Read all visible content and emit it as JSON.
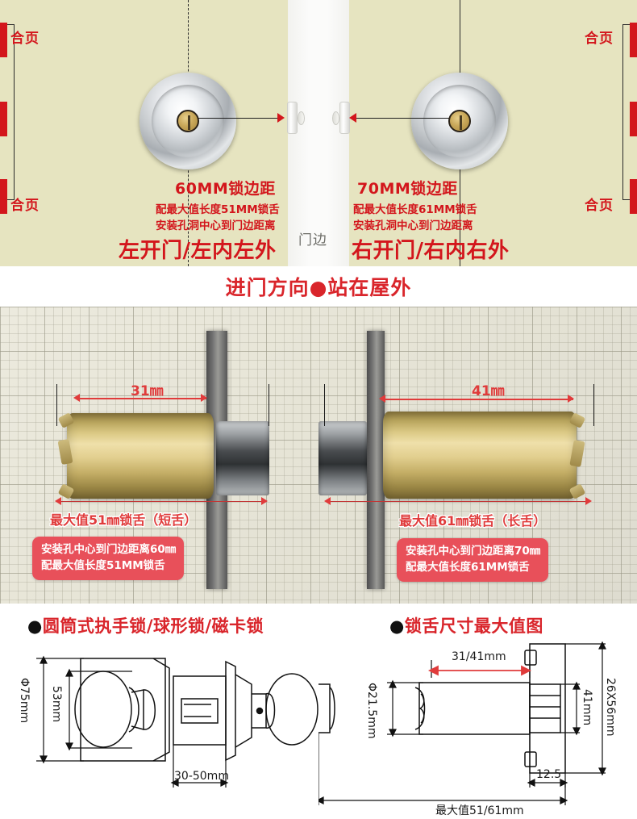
{
  "door_section": {
    "hinge_label": "合页",
    "door_edge_label": "门边",
    "left": {
      "distance_title": "60MM锁边距",
      "note_line1": "配最大值长度51MM锁舌",
      "note_line2": "安装孔洞中心到门边距离",
      "direction": "左开门/左内左外"
    },
    "right": {
      "distance_title": "70MM锁边距",
      "note_line1": "配最大值长度61MM锁舌",
      "note_line2": "安装孔洞中心到门边距离",
      "direction": "右开门/右内右外"
    }
  },
  "banner": {
    "text": "进门方向●站在屋外"
  },
  "photo_section": {
    "left": {
      "top_dimension": "31㎜",
      "bottom_dimension": "最大值51㎜锁舌（短舌）",
      "badge_line1": "安装孔中心到门边距离60㎜",
      "badge_line2": "配最大值长度51MM锁舌"
    },
    "right": {
      "top_dimension": "41㎜",
      "bottom_dimension": "最大值61㎜锁舌（长舌）",
      "badge_line1": "安装孔中心到门边距离70㎜",
      "badge_line2": "配最大值长度61MM锁舌"
    }
  },
  "cad_section": {
    "left": {
      "bullet": "●",
      "title": "圆筒式执手锁/球形锁/磁卡锁",
      "dim_diameter": "Φ75mm",
      "dim_knob": "53mm",
      "dim_thickness": "30-50mm"
    },
    "right": {
      "bullet": "●",
      "title": "锁舌尺寸最大值图",
      "dim_backset": "31/41mm",
      "dim_bore": "Φ21.5mm",
      "dim_face_outer": "26X56mm",
      "dim_face_inner": "41mm",
      "dim_plate": "12.5",
      "dim_total": "最大值51/61mm"
    }
  },
  "colors": {
    "accent_red": "#d3161c",
    "badge_red": "#e8505a",
    "door_beige": "#e6e4c0",
    "dim_red": "#e03b3b"
  }
}
